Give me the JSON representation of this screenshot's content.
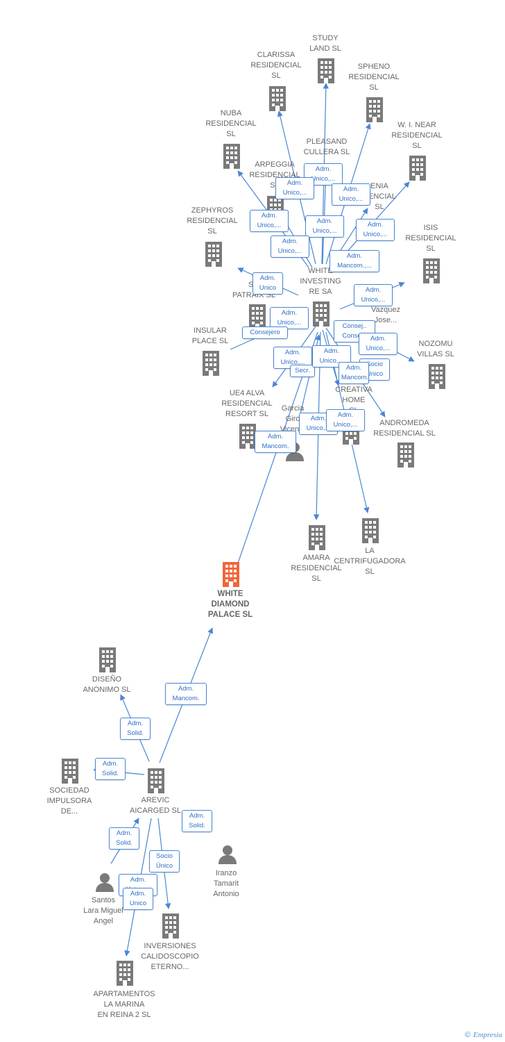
{
  "colors": {
    "edge": "#4a86d4",
    "node": "#7a7a7a",
    "highlight": "#f0663a",
    "text": "#666666",
    "edgeText": "#2f6fc7"
  },
  "companies": [
    {
      "id": "study",
      "label": "STUDY\nLAND  SL"
    },
    {
      "id": "clarissa",
      "label": "CLARISSA\nRESIDENCIAL\nSL"
    },
    {
      "id": "spheno",
      "label": "SPHENO\nRESIDENCIAL\nSL"
    },
    {
      "id": "nuba",
      "label": "NUBA\nRESIDENCIAL\nSL"
    },
    {
      "id": "wnear",
      "label": "W.  I. NEAR\nRESIDENCIAL\nSL"
    },
    {
      "id": "pleasand",
      "label": "PLEASAND\nCULLERA  SL"
    },
    {
      "id": "arpeggia",
      "label": "ARPEGGIA\nRESIDENCIAL\nSL"
    },
    {
      "id": "enia",
      "label": "ENIA\nDENCIAL\nSL"
    },
    {
      "id": "zephyros",
      "label": "ZEPHYROS\nRESIDENCIAL\nSL"
    },
    {
      "id": "isis",
      "label": "ISIS\nRESIDENCIAL\nSL"
    },
    {
      "id": "patraix",
      "label": "SO\nPATRAIX  SL"
    },
    {
      "id": "white",
      "label": "WHITE\nINVESTING\nRE SA"
    },
    {
      "id": "insular",
      "label": "INSULAR\nPLACE  SL"
    },
    {
      "id": "nozomu",
      "label": "NOZOMU\nVILLAS  SL"
    },
    {
      "id": "ue4",
      "label": "UE4 ALVA\nRESIDENCIAL\nRESORT  SL"
    },
    {
      "id": "creativa",
      "label": "CREATIVA\nHOME\nSL"
    },
    {
      "id": "andromeda",
      "label": "ANDROMEDA\nRESIDENCIAL SL"
    },
    {
      "id": "amara",
      "label": "AMARA\nRESIDENCIAL\nSL"
    },
    {
      "id": "centrif",
      "label": "LA\nCENTRIFUGADORA\nSL"
    },
    {
      "id": "diamond",
      "label": "WHITE\nDIAMOND\nPALACE  SL"
    },
    {
      "id": "diseno",
      "label": "DISEÑO\nANONIMO  SL"
    },
    {
      "id": "sociedad",
      "label": "SOCIEDAD\nIMPULSORA\nDE..."
    },
    {
      "id": "arevic",
      "label": "AREVIC\nAICARGED SL"
    },
    {
      "id": "inversiones",
      "label": "INVERSIONES\nCALIDOSCOPIO\nETERNO..."
    },
    {
      "id": "apartamentos",
      "label": "APARTAMENTOS\nLA MARINA\nEN REINA 2  SL"
    }
  ],
  "persons": [
    {
      "id": "garcia",
      "label": "Garcia\nGiro\nVicen..."
    },
    {
      "id": "vazquez",
      "label": "...ro\nVazquez\nJose..."
    },
    {
      "id": "iranzo",
      "label": "Iranzo\nTamarit\nAntonio"
    },
    {
      "id": "santos",
      "label": "Santos\nLara Miguel\nAngel"
    }
  ],
  "relations": [
    {
      "id": "r1",
      "text": "Adm.\nUnico,..."
    },
    {
      "id": "r2",
      "text": "Adm.\nUnico,..."
    },
    {
      "id": "r3",
      "text": "Adm.\nUnico,..."
    },
    {
      "id": "r4",
      "text": "Adm.\nUnico,..."
    },
    {
      "id": "r5",
      "text": "Adm.\nUnico,..."
    },
    {
      "id": "r6",
      "text": "Adm.\nUnico,..."
    },
    {
      "id": "r7",
      "text": "Adm.\nUnico,..."
    },
    {
      "id": "r8",
      "text": "Adm.\nMancom.,..."
    },
    {
      "id": "r9",
      "text": "Adm.\nUnico"
    },
    {
      "id": "r10",
      "text": "Adm.\nUnico,..."
    },
    {
      "id": "r11",
      "text": "Adm.\nUnico,..."
    },
    {
      "id": "r12",
      "text": "Consejero"
    },
    {
      "id": "r13",
      "text": "Consej..\nConse..."
    },
    {
      "id": "r14",
      "text": "Adm.\nUnico,..."
    },
    {
      "id": "r15",
      "text": "Adm.\nUnico,..."
    },
    {
      "id": "r16",
      "text": "Secr."
    },
    {
      "id": "r17",
      "text": "Adm.\nUnico,..."
    },
    {
      "id": "r18",
      "text": "Socio\nÚnico"
    },
    {
      "id": "r19",
      "text": "Adm.\nMancom."
    },
    {
      "id": "r20",
      "text": "Adm.\nUnico,..."
    },
    {
      "id": "r21",
      "text": "Adm.\nUnico,..."
    },
    {
      "id": "r22",
      "text": "Adm.\nMancom."
    },
    {
      "id": "r23",
      "text": "Adm.\nMancom."
    },
    {
      "id": "r24",
      "text": "Adm.\nSolid."
    },
    {
      "id": "r25",
      "text": "Adm.\nSolid."
    },
    {
      "id": "r26",
      "text": "Adm.\nSolid."
    },
    {
      "id": "r27",
      "text": "Adm.\nSolid."
    },
    {
      "id": "r28",
      "text": "Socio\nÚnico"
    },
    {
      "id": "r29",
      "text": "Adm.\nUnico,..."
    },
    {
      "id": "r30",
      "text": "Adm.\nUnico"
    }
  ],
  "footer": {
    "copyright": "©",
    "brand": "Empresia"
  }
}
